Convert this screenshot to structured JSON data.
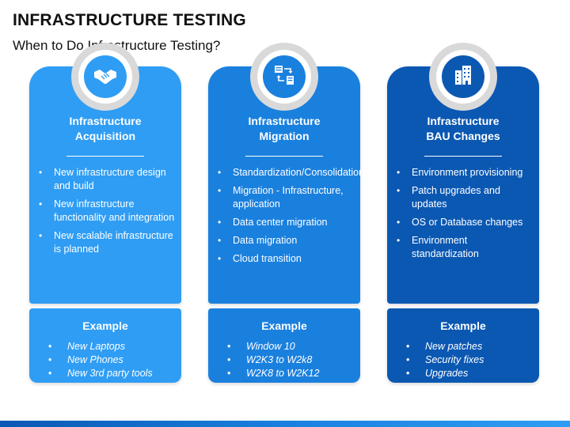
{
  "title": "INFRASTRUCTURE TESTING",
  "subtitle": "When to Do Infrastructure Testing?",
  "columns": [
    {
      "icon": "handshake-icon",
      "heading_line1": "Infrastructure",
      "heading_line2": "Acquisition",
      "bullets": [
        "New infrastructure design and build",
        "New infrastructure functionality and integration",
        "New scalable infrastructure is planned"
      ],
      "example_title": "Example",
      "examples": [
        "New Laptops",
        "New Phones",
        "New 3rd party tools"
      ]
    },
    {
      "icon": "migration-icon",
      "heading_line1": "Infrastructure",
      "heading_line2": "Migration",
      "bullets": [
        "Standardization/Consolidation",
        "Migration - Infrastructure, application",
        "Data center migration",
        "Data migration",
        "Cloud transition"
      ],
      "example_title": "Example",
      "examples": [
        "Window 10",
        "W2K3 to W2k8",
        "W2K8 to W2K12"
      ]
    },
    {
      "icon": "buildings-icon",
      "heading_line1": "Infrastructure",
      "heading_line2": "BAU Changes",
      "bullets": [
        "Environment provisioning",
        "Patch upgrades and updates",
        "OS or Database changes",
        "Environment standardization"
      ],
      "example_title": "Example",
      "examples": [
        "New patches",
        "Security fixes",
        "Upgrades"
      ]
    }
  ],
  "colors": {
    "column1": "#2f9df4",
    "column2": "#1a80de",
    "column3": "#0b58b3"
  }
}
